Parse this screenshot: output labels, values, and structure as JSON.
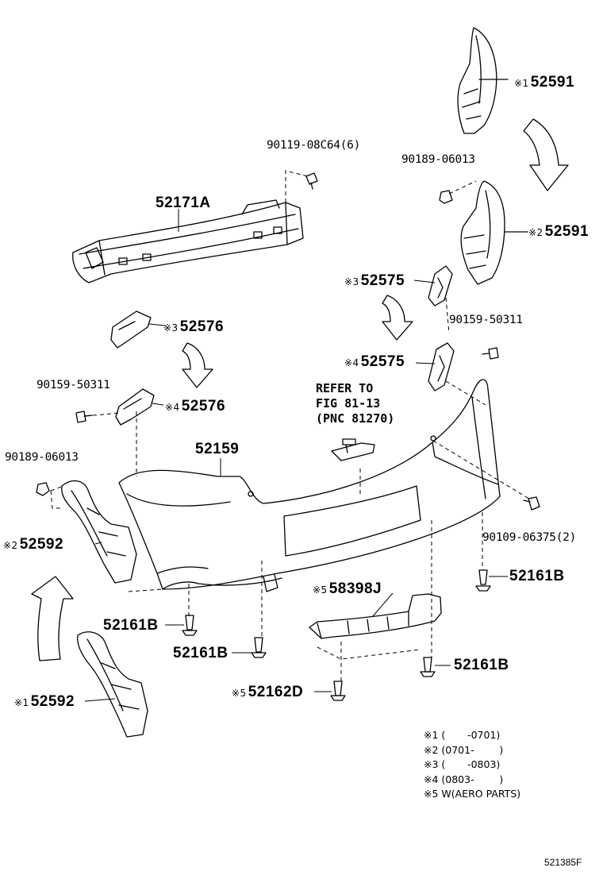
{
  "callouts": [
    {
      "id": "rh1",
      "mark": "※1",
      "part": "52591"
    },
    {
      "id": "b1",
      "mark": "",
      "part": "90119-08C64(6)"
    },
    {
      "id": "b2",
      "mark": "",
      "part": "90189-06013"
    },
    {
      "id": "rh2",
      "mark": "※2",
      "part": "52591"
    },
    {
      "id": "reinf",
      "mark": "",
      "part": "52171A"
    },
    {
      "id": "rr3",
      "mark": "※3",
      "part": "52575"
    },
    {
      "id": "b3",
      "mark": "",
      "part": "90159-50311"
    },
    {
      "id": "rr4",
      "mark": "※4",
      "part": "52575"
    },
    {
      "id": "rl3",
      "mark": "※3",
      "part": "52576"
    },
    {
      "id": "b4",
      "mark": "",
      "part": "90159-50311"
    },
    {
      "id": "rl4",
      "mark": "※4",
      "part": "52576"
    },
    {
      "id": "b5",
      "mark": "",
      "part": "90189-06013"
    },
    {
      "id": "cover",
      "mark": "",
      "part": "52159"
    },
    {
      "id": "lh2",
      "mark": "※2",
      "part": "52592"
    },
    {
      "id": "b6",
      "mark": "",
      "part": "90109-06375(2)"
    },
    {
      "id": "cl1",
      "mark": "",
      "part": "52161B"
    },
    {
      "id": "sp",
      "mark": "※5",
      "part": "58398J"
    },
    {
      "id": "cl2",
      "mark": "",
      "part": "52161B"
    },
    {
      "id": "cl3",
      "mark": "",
      "part": "52161B"
    },
    {
      "id": "cl4",
      "mark": "",
      "part": "52161B"
    },
    {
      "id": "cl5",
      "mark": "※5",
      "part": "52162D"
    },
    {
      "id": "lh1",
      "mark": "※1",
      "part": "52592"
    }
  ],
  "reference_note": [
    "REFER TO",
    "FIG 81-13",
    "(PNC 81270)"
  ],
  "footnotes": [
    "※1 (       -0701)",
    "※2 (0701-        )",
    "※3 (       -0803)",
    "※4 (0803-        )",
    "※5 W(AERO PARTS)"
  ],
  "diagram_code": "521385F"
}
